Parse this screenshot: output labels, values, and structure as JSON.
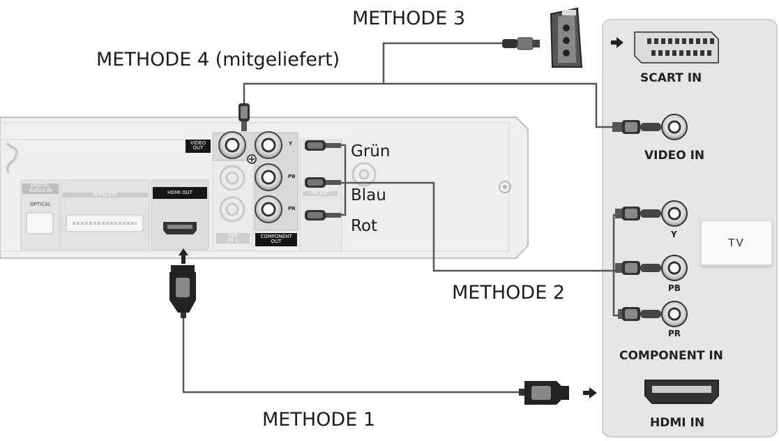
{
  "methods": {
    "m1": "METHODE 1",
    "m2": "METHODE 2",
    "m3": "METHODE 3",
    "m4": "METHODE 4 (mitgeliefert)"
  },
  "cable_colors": {
    "green": "Grün",
    "blue": "Blau",
    "red": "Rot"
  },
  "tv_panel": {
    "scart_in": "SCART IN",
    "video_in": "VIDEO IN",
    "y": "Y",
    "pb": "PB",
    "pr": "PR",
    "component_in": "COMPONENT IN",
    "hdmi_in": "HDMI IN",
    "tv": "TV"
  },
  "device_panel": {
    "video_out": "VIDEO\nOUT",
    "digital_audio_in": "DIGITAL\nAUDIO IN",
    "optical": "OPTICAL",
    "wireless": "WIRELESS",
    "hdmi_out": "HDMI OUT",
    "aux_in": "AUX\nIN 2",
    "component_out": "COMPONENT\nOUT",
    "fm_ant": "FM ANT",
    "jack_y": "Y",
    "jack_pb": "PB",
    "jack_pr": "PR"
  },
  "colors": {
    "tv_panel_bg": "#e6e6e6",
    "device_body": "#eeeeee",
    "cable": "#555555",
    "label_dark": "#151515"
  }
}
